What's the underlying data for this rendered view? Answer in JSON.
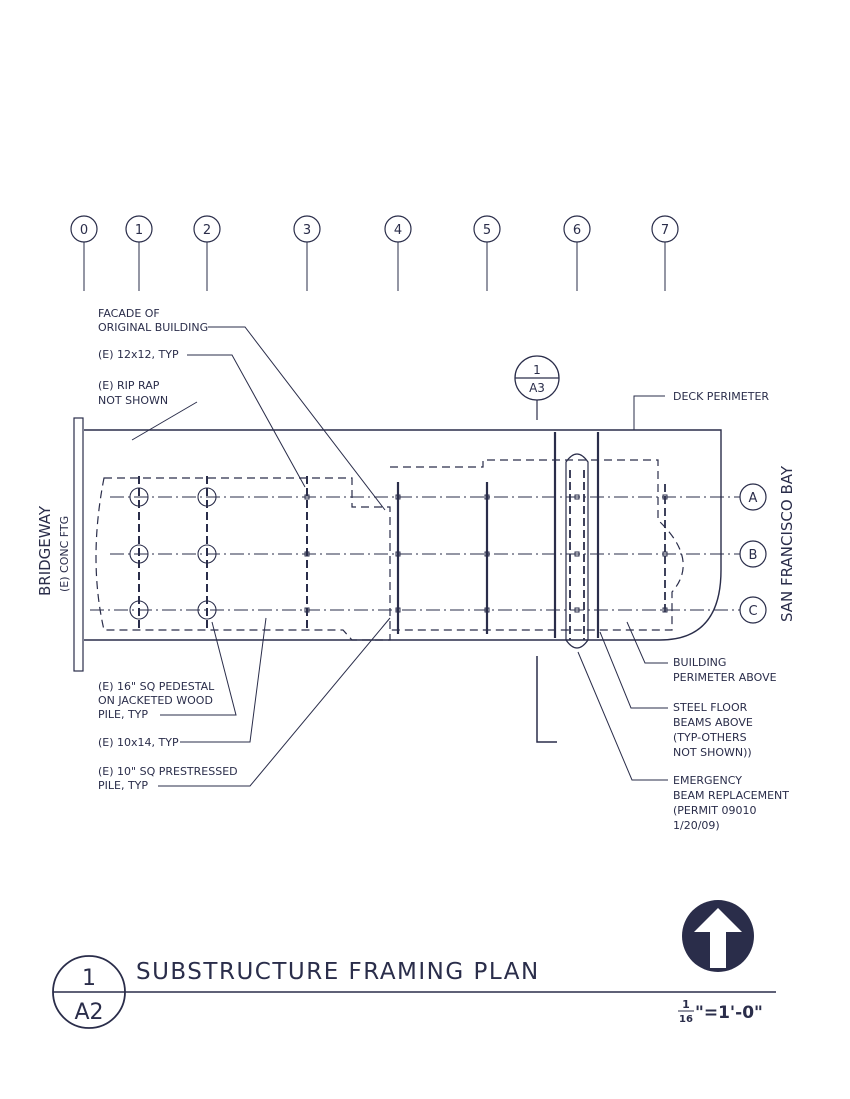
{
  "grid_columns": [
    "0",
    "1",
    "2",
    "3",
    "4",
    "5",
    "6",
    "7"
  ],
  "grid_rows": [
    "A",
    "B",
    "C"
  ],
  "notes": {
    "facade": [
      "FACADE OF",
      "ORIGINAL BUILDING"
    ],
    "post_12x12": [
      "(E) 12x12, TYP"
    ],
    "rip_rap": [
      "(E) RIP RAP",
      "NOT SHOWN"
    ],
    "pedestal": [
      "(E) 16\" SQ PEDESTAL",
      "ON JACKETED WOOD",
      "PILE, TYP"
    ],
    "beam_10x14": [
      "(E) 10x14, TYP"
    ],
    "prestressed": [
      "(E) 10\" SQ PRESTRESSED",
      "PILE, TYP"
    ],
    "deck_perimeter": [
      "DECK PERIMETER"
    ],
    "building_perimeter": [
      "BUILDING",
      "PERIMETER ABOVE"
    ],
    "steel_beams": [
      "STEEL FLOOR",
      "BEAMS ABOVE",
      "(TYP-OTHERS",
      "NOT SHOWN))"
    ],
    "emergency": [
      "EMERGENCY",
      "BEAM REPLACEMENT",
      "(PERMIT 09010",
      "1/20/09)"
    ]
  },
  "street": {
    "name": "BRIDGEWAY",
    "footing": "(E) CONC FTG"
  },
  "bay_label": "SAN FRANCISCO BAY",
  "section_ref": {
    "number": "1",
    "sheet": "A3"
  },
  "title_block": {
    "number": "1",
    "sheet": "A2",
    "title": "SUBSTRUCTURE FRAMING PLAN",
    "scale_num": "1",
    "scale_den": "16",
    "scale_rest": "\"=1'-0\""
  },
  "colors": {
    "ink": "#2a2d4a",
    "paper": "#ffffff"
  },
  "north_arrow_icon": "north-arrow-icon"
}
